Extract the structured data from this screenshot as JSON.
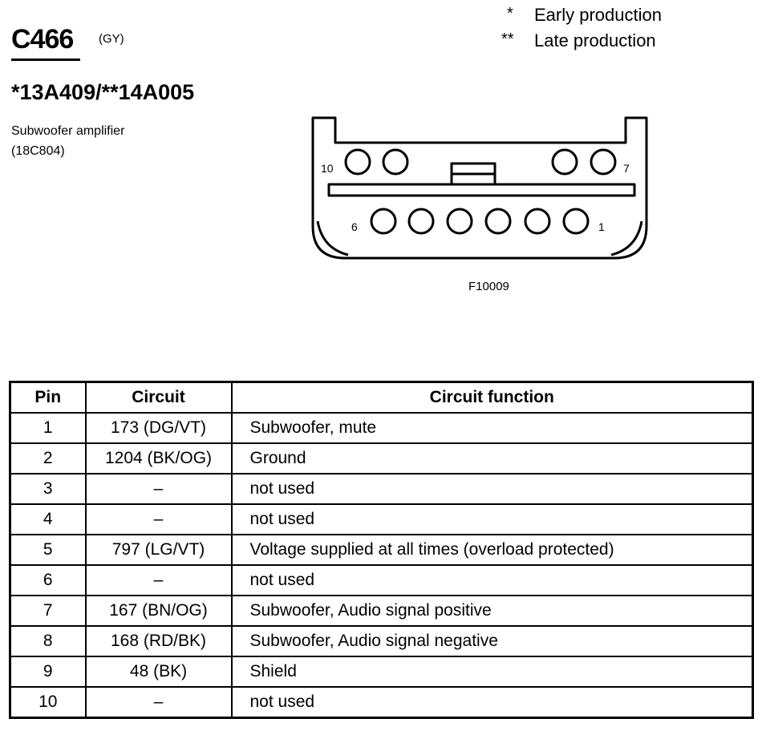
{
  "header": {
    "connector_id": "C466",
    "connector_color": "(GY)",
    "part_number": "*13A409/**14A005",
    "device_name": "Subwoofer amplifier",
    "device_code": "(18C804)"
  },
  "legend": [
    {
      "mark": "*",
      "text": "Early production"
    },
    {
      "mark": "**",
      "text": "Late production"
    }
  ],
  "diagram": {
    "figure_id": "F10009",
    "pin_labels": {
      "p10": "10",
      "p7": "7",
      "p6": "6",
      "p1": "1"
    }
  },
  "table": {
    "headers": {
      "pin": "Pin",
      "circuit": "Circuit",
      "function": "Circuit function"
    },
    "rows": [
      {
        "pin": "1",
        "circuit": "173 (DG/VT)",
        "function": "Subwoofer, mute"
      },
      {
        "pin": "2",
        "circuit": "1204 (BK/OG)",
        "function": "Ground"
      },
      {
        "pin": "3",
        "circuit": "–",
        "function": "not used"
      },
      {
        "pin": "4",
        "circuit": "–",
        "function": "not used"
      },
      {
        "pin": "5",
        "circuit": "797 (LG/VT)",
        "function": "Voltage supplied at all times (overload protected)"
      },
      {
        "pin": "6",
        "circuit": "–",
        "function": "not used"
      },
      {
        "pin": "7",
        "circuit": "167 (BN/OG)",
        "function": "Subwoofer, Audio signal positive"
      },
      {
        "pin": "8",
        "circuit": "168 (RD/BK)",
        "function": "Subwoofer, Audio signal negative"
      },
      {
        "pin": "9",
        "circuit": "48 (BK)",
        "function": "Shield"
      },
      {
        "pin": "10",
        "circuit": "–",
        "function": "not used"
      }
    ]
  }
}
